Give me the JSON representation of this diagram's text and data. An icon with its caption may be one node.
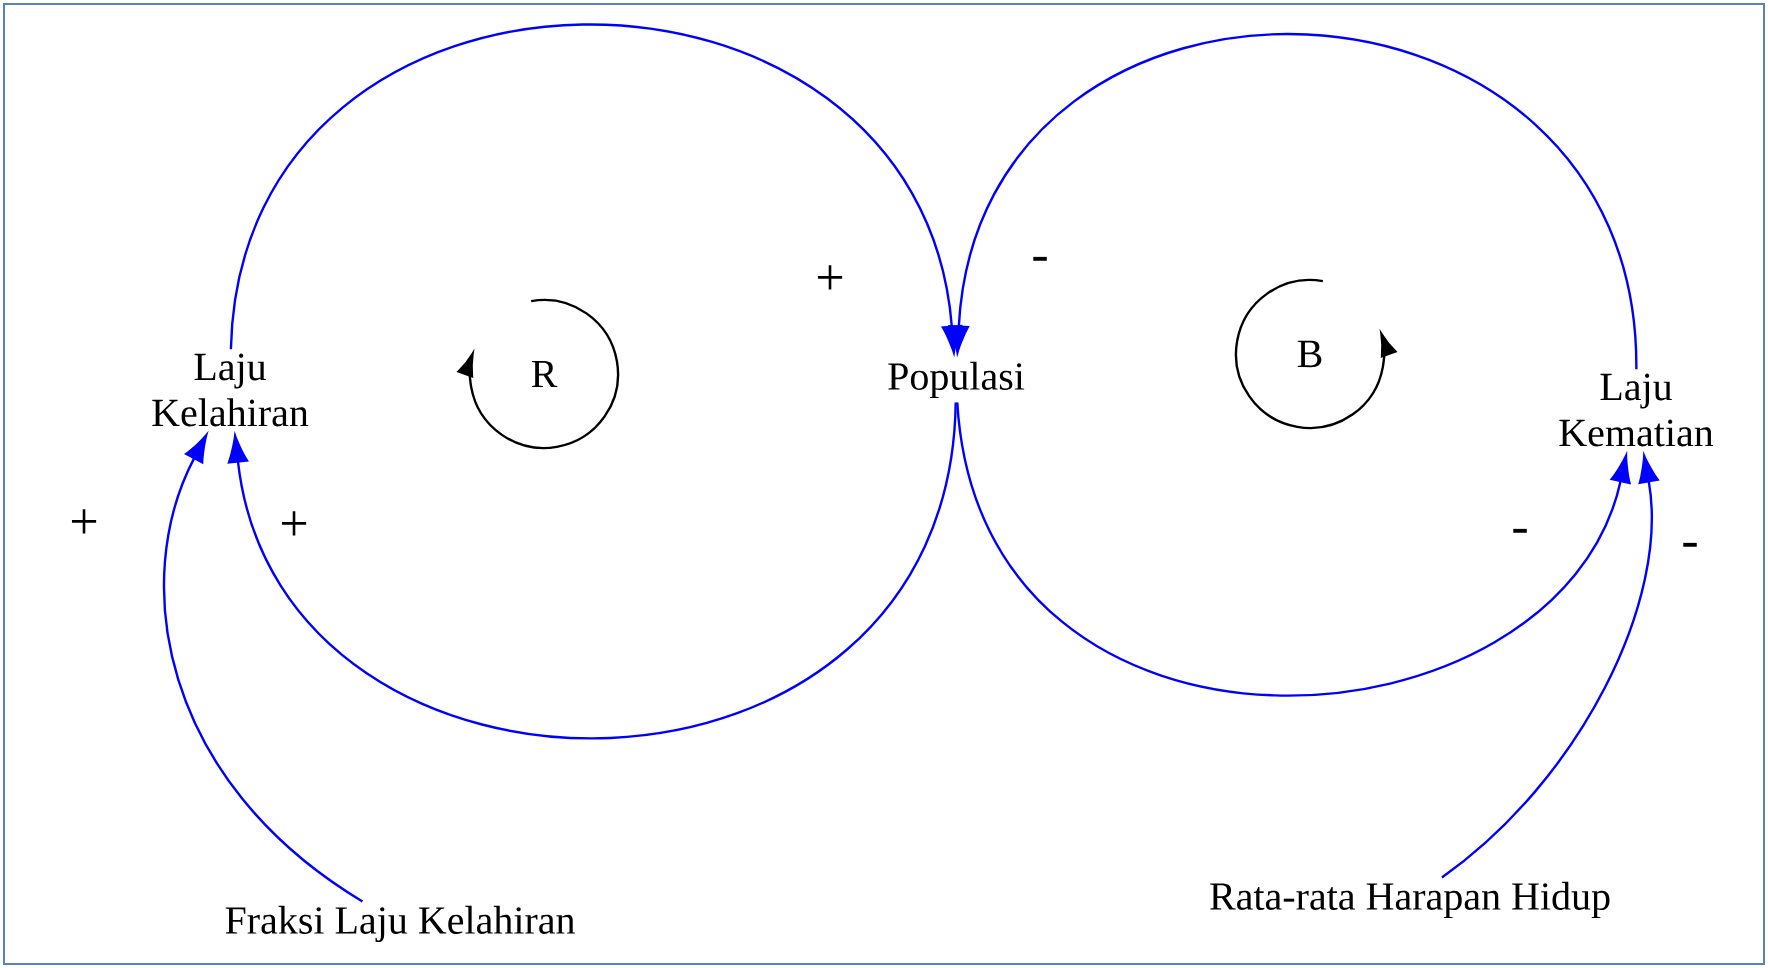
{
  "diagram": {
    "nodes": [
      {
        "text": [
          "Laju Kelahiran"
        ]
      },
      {
        "text": [
          "Populasi"
        ]
      },
      {
        "text": [
          "Laju Kematian"
        ]
      },
      {
        "text": [
          "Fraksi Laju Kelahiran"
        ]
      },
      {
        "text": [
          "Rata-rata Harapan Hidup"
        ]
      }
    ],
    "edges": [
      {
        "from": 0,
        "to": 1,
        "arrow": "to",
        "label": "+"
      },
      {
        "from": 1,
        "to": 0,
        "arrow": "to",
        "label": "+"
      },
      {
        "from": 3,
        "to": 0,
        "arrow": "to",
        "label": "+"
      },
      {
        "from": 2,
        "to": 1,
        "arrow": "to",
        "label": "-"
      },
      {
        "from": 1,
        "to": 2,
        "arrow": "to",
        "label": "-"
      },
      {
        "from": 4,
        "to": 2,
        "arrow": "to",
        "label": "-"
      }
    ],
    "labels": [
      "R",
      "B"
    ]
  }
}
